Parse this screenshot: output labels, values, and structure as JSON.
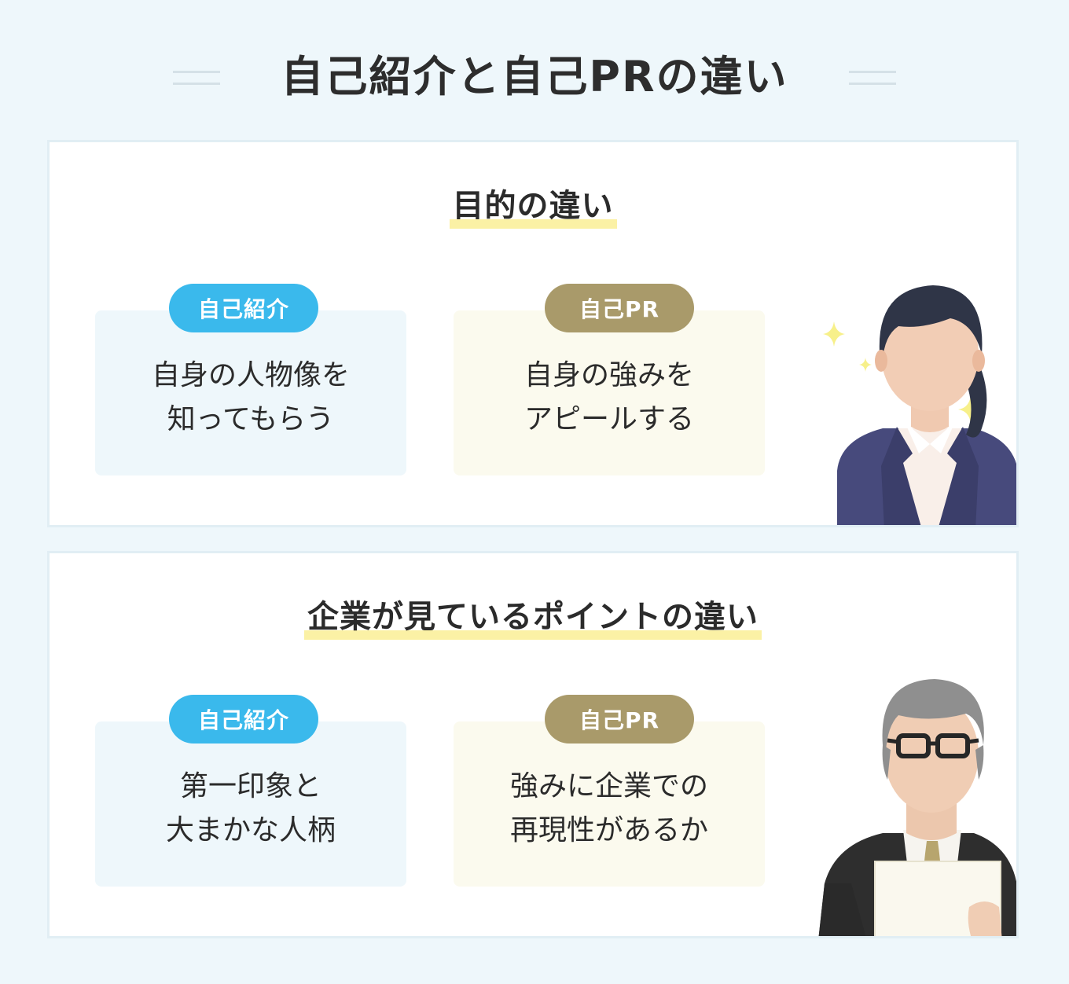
{
  "title": "自己紹介と自己PRの違い",
  "sections": [
    {
      "heading": "目的の違い",
      "intro_label": "自己紹介",
      "intro_text": "自身の人物像を\n知ってもらう",
      "pr_label": "自己PR",
      "pr_text": "自身の強みを\nアピールする",
      "illustration": "young-woman-in-suit-with-sparkles"
    },
    {
      "heading": "企業が見ているポイントの違い",
      "intro_label": "自己紹介",
      "intro_text": "第一印象と\n大まかな人柄",
      "pr_label": "自己PR",
      "pr_text": "強みに企業での\n再現性があるか",
      "illustration": "senior-interviewer-with-glasses-holding-document"
    }
  ],
  "colors": {
    "background": "#eef7fb",
    "intro_badge": "#3ab9ec",
    "pr_badge": "#a99a6a",
    "intro_card": "#eef7fb",
    "pr_card": "#fbfaee",
    "heading_highlight": "#fbf1a5"
  }
}
